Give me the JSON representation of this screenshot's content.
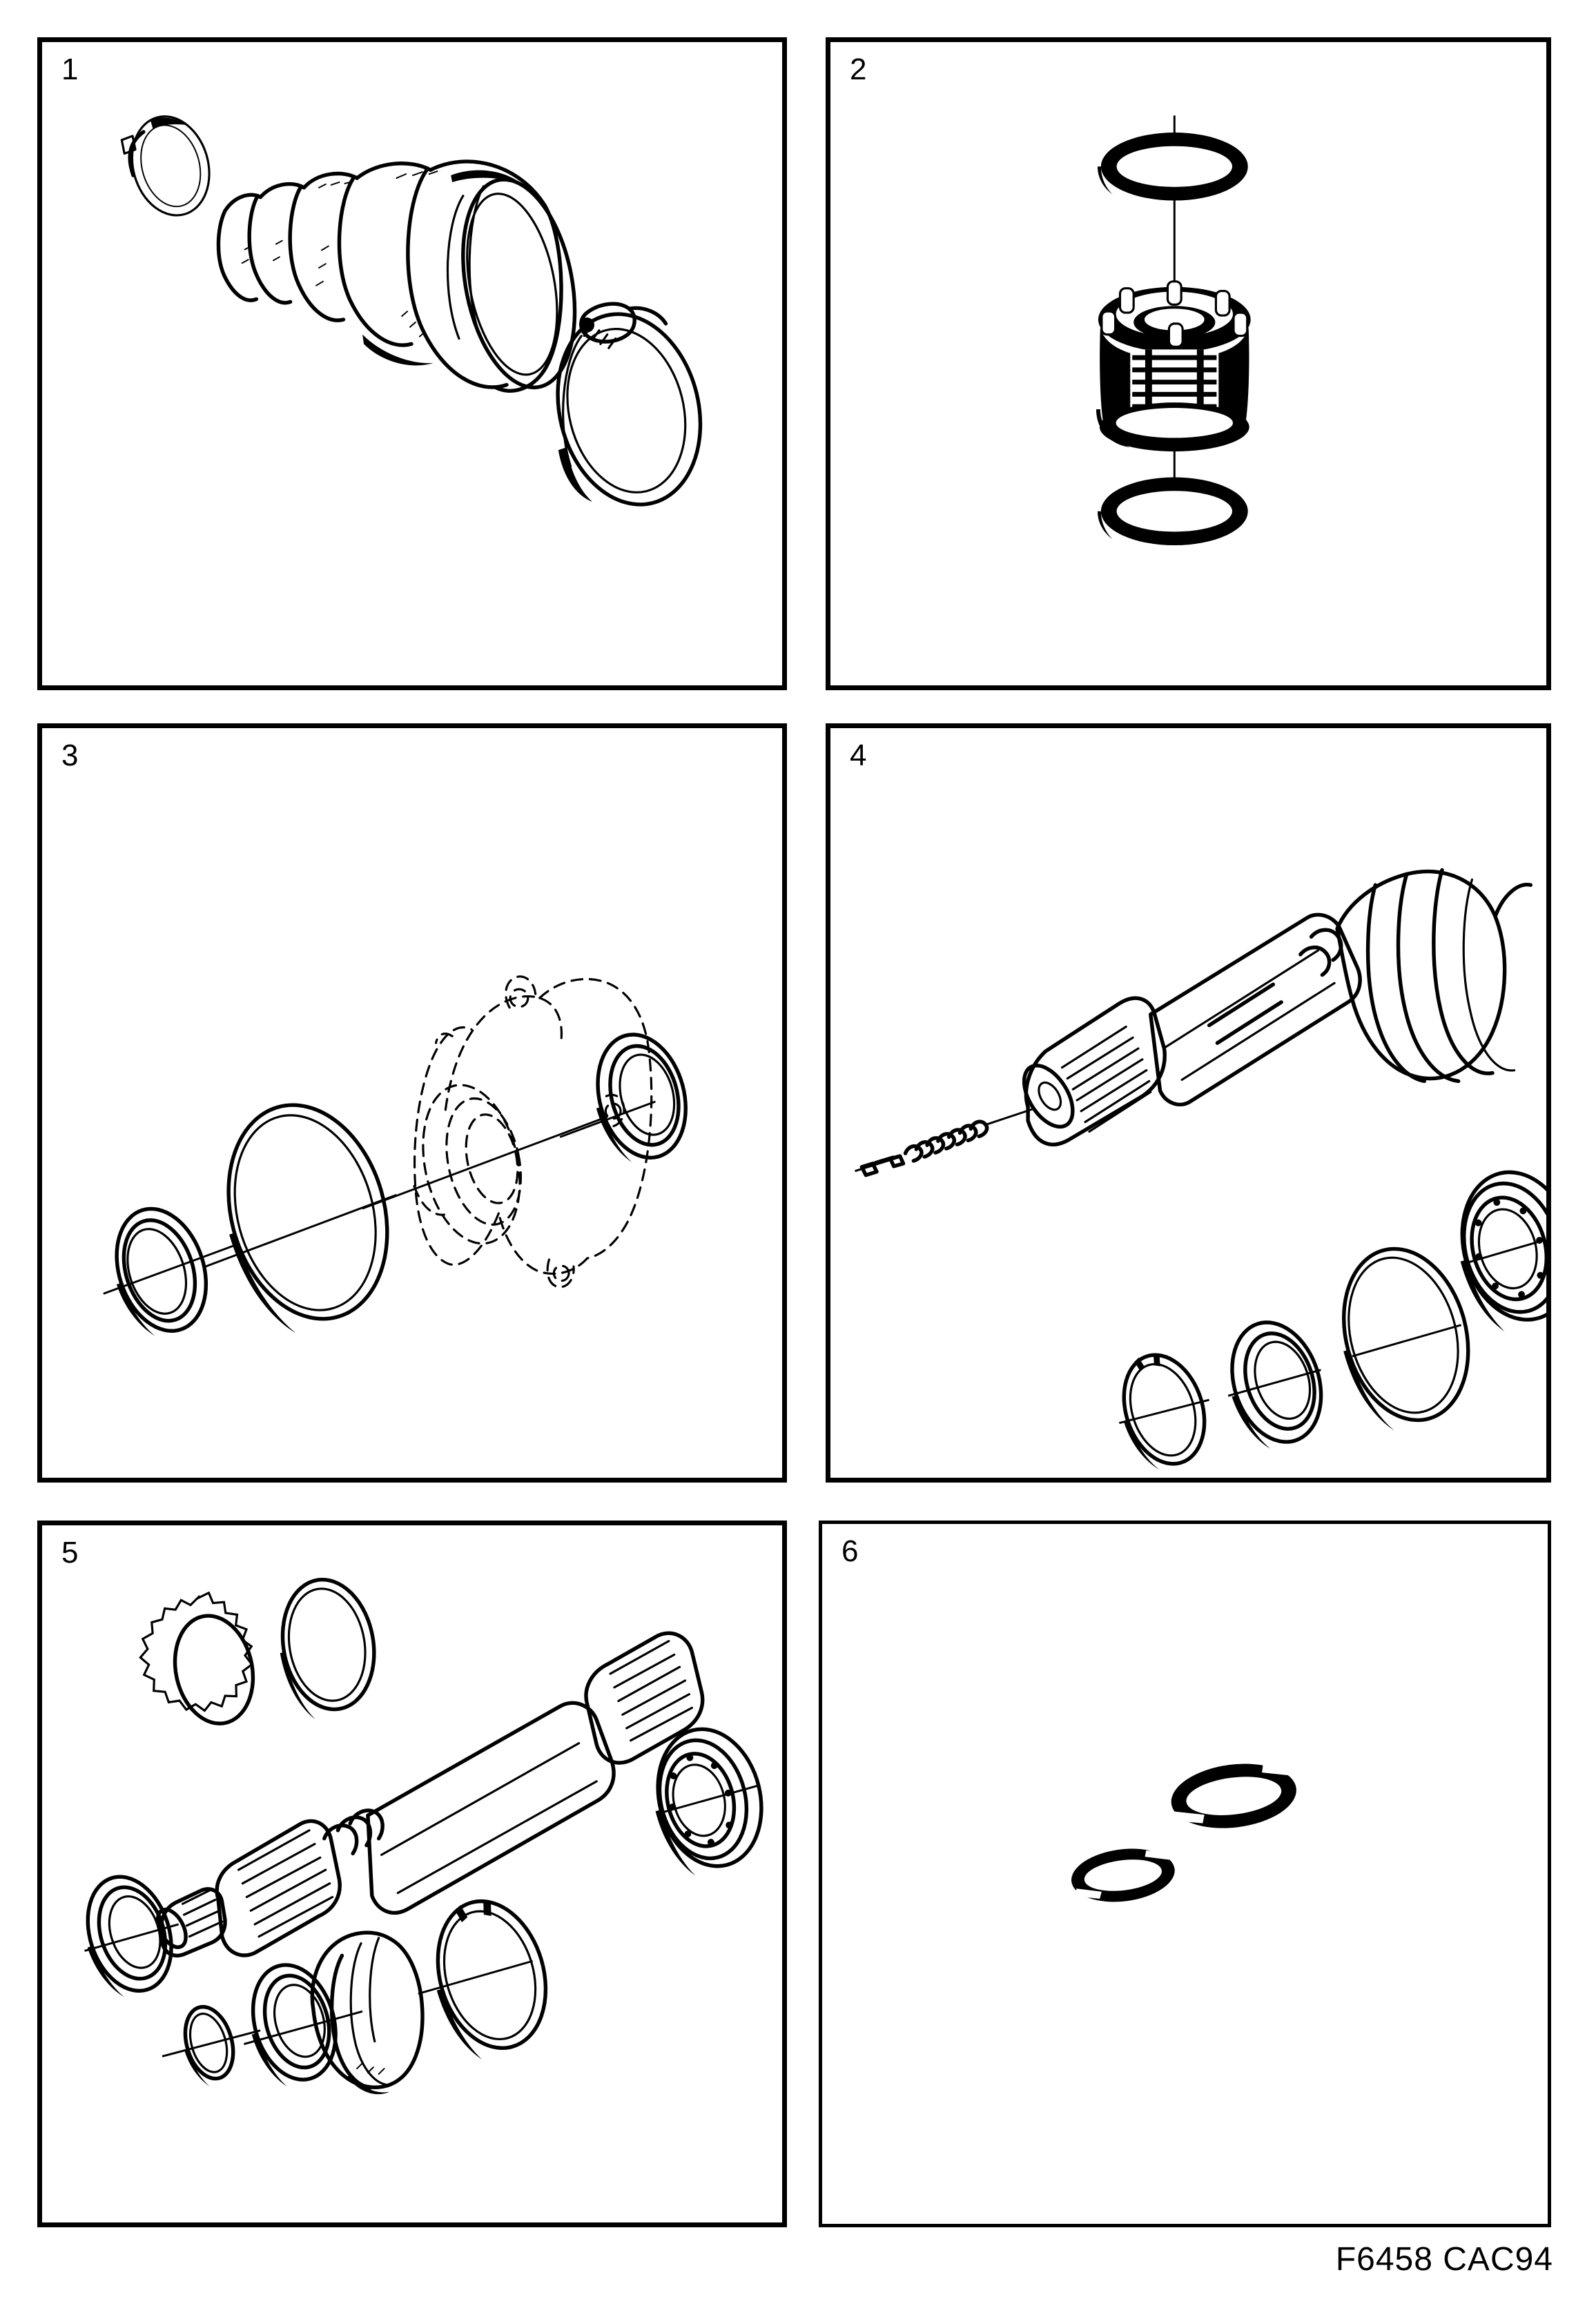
{
  "document": {
    "type": "technical-exploded-parts-illustration",
    "caption": "F6458 CAC94",
    "panel_count": 6,
    "columns": 2,
    "rows": 3,
    "background_color": "#ffffff",
    "line_color": "#000000"
  },
  "panels": [
    {
      "number": "1",
      "name": "panel-1",
      "subject": "cv-joint-boot-assembly",
      "parts": [
        {
          "label": "small-boot-clamp",
          "type": "clamp-ring"
        },
        {
          "label": "rubber-bellows-boot",
          "type": "boot"
        },
        {
          "label": "large-worm-drive-hose-clamp",
          "type": "clamp"
        }
      ]
    },
    {
      "number": "2",
      "name": "panel-2",
      "subject": "filter-strainer-cartridge",
      "parts": [
        {
          "label": "upper-o-ring",
          "type": "o-ring"
        },
        {
          "label": "strainer-cartridge",
          "type": "filter"
        },
        {
          "label": "lower-o-ring",
          "type": "o-ring"
        }
      ]
    },
    {
      "number": "3",
      "name": "panel-3",
      "subject": "housing-cover-seals",
      "parts": [
        {
          "label": "oil-seal",
          "type": "seal"
        },
        {
          "label": "gasket-o-ring",
          "type": "o-ring"
        },
        {
          "label": "housing-cover-phantom",
          "type": "housing"
        },
        {
          "label": "shaft-seal",
          "type": "seal"
        }
      ]
    },
    {
      "number": "4",
      "name": "panel-4",
      "subject": "cv-joint-stub-shaft-assembly",
      "parts": [
        {
          "label": "roll-pin-spring",
          "type": "spring-pin"
        },
        {
          "label": "splined-stub-shaft",
          "type": "shaft"
        },
        {
          "label": "cv-joint-boot",
          "type": "boot"
        },
        {
          "label": "circlip-snap-ring",
          "type": "snap-ring"
        },
        {
          "label": "seal-ring",
          "type": "seal"
        },
        {
          "label": "large-o-ring",
          "type": "o-ring"
        },
        {
          "label": "ball-bearing",
          "type": "bearing"
        }
      ]
    },
    {
      "number": "5",
      "name": "panel-5",
      "subject": "drive-shaft-assembly",
      "parts": [
        {
          "label": "tabbed-lock-washer",
          "type": "lock-washer"
        },
        {
          "label": "o-ring",
          "type": "o-ring"
        },
        {
          "label": "shaft-seal",
          "type": "seal"
        },
        {
          "label": "splined-drive-shaft",
          "type": "shaft"
        },
        {
          "label": "ball-bearing",
          "type": "bearing"
        },
        {
          "label": "small-ring",
          "type": "ring"
        },
        {
          "label": "seal-ring",
          "type": "seal"
        },
        {
          "label": "flanged-sleeve",
          "type": "sleeve"
        },
        {
          "label": "retaining-snap-ring",
          "type": "snap-ring"
        }
      ]
    },
    {
      "number": "6",
      "name": "panel-6",
      "subject": "o-ring-pair",
      "parts": [
        {
          "label": "large-o-ring",
          "type": "o-ring"
        },
        {
          "label": "small-o-ring",
          "type": "o-ring"
        }
      ]
    }
  ]
}
